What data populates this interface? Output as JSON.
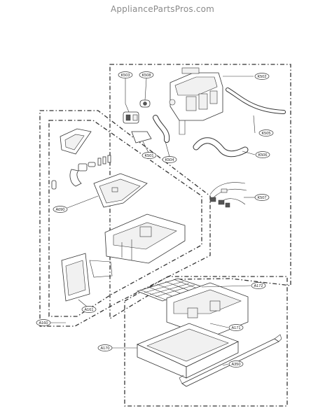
{
  "watermark": "AppliancePartsPros.com",
  "callouts": {
    "K503": "K503",
    "K508": "K508",
    "K502": "K502",
    "K501": "K501",
    "K504": "K504",
    "K505": "K505",
    "K506": "K506",
    "K507": "K507",
    "A090": "A090",
    "A161": "A161",
    "A160": "A160",
    "A172": "A172",
    "A171": "A171",
    "A170": "A170",
    "A350": "A350"
  }
}
